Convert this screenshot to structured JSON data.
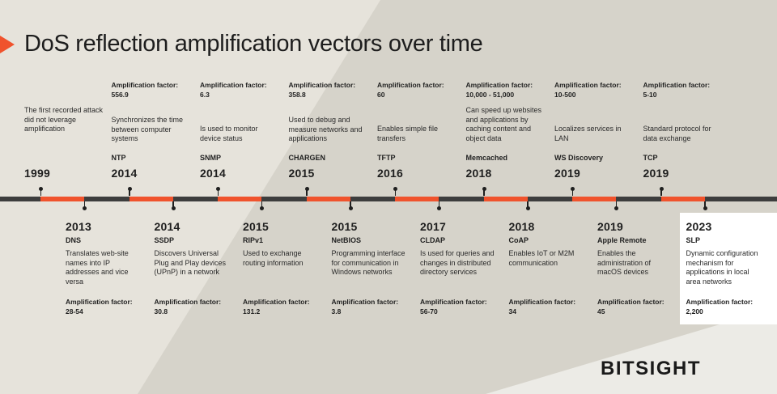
{
  "title": "DoS reflection amplification vectors over time",
  "logo": "BITSIGHT",
  "colors": {
    "accent": "#f0532d",
    "background": "#d6d3ca",
    "track": "#3d3d3d",
    "highlight": "#ffffff"
  },
  "top_items": [
    {
      "amp_label": "",
      "amp_value": "",
      "desc": "The first recorded attack did not leverage amplification",
      "name": "",
      "year": "1999"
    },
    {
      "amp_label": "Amplification factor:",
      "amp_value": "556.9",
      "desc": "Synchronizes the time between computer systems",
      "name": "NTP",
      "year": "2014"
    },
    {
      "amp_label": "Amplification factor:",
      "amp_value": "6.3",
      "desc": "Is used to monitor device status",
      "name": "SNMP",
      "year": "2014"
    },
    {
      "amp_label": "Amplification factor:",
      "amp_value": "358.8",
      "desc": "Used to debug and measure networks and applications",
      "name": "CHARGEN",
      "year": "2015"
    },
    {
      "amp_label": "Amplification factor:",
      "amp_value": "60",
      "desc": "Enables simple file transfers",
      "name": "TFTP",
      "year": "2016"
    },
    {
      "amp_label": "Amplification factor:",
      "amp_value": "10,000 - 51,000",
      "desc": "Can speed up websites and applications by caching content and object data",
      "name": "Memcached",
      "year": "2018"
    },
    {
      "amp_label": "Amplification factor:",
      "amp_value": "10-500",
      "desc": "Localizes services in LAN",
      "name": "WS Discovery",
      "year": "2019"
    },
    {
      "amp_label": "Amplification factor:",
      "amp_value": "5-10",
      "desc": "Standard protocol for data exchange",
      "name": "TCP",
      "year": "2019"
    }
  ],
  "bottom_items": [
    {
      "year": "2013",
      "name": "DNS",
      "desc": "Translates web-site names into IP addresses and vice versa",
      "amp_label": "Amplification factor:",
      "amp_value": "28-54"
    },
    {
      "year": "2014",
      "name": "SSDP",
      "desc": "Discovers Universal Plug and Play devices (UPnP) in a network",
      "amp_label": "Amplification factor:",
      "amp_value": "30.8"
    },
    {
      "year": "2015",
      "name": "RIPv1",
      "desc": "Used to exchange routing information",
      "amp_label": "Amplification factor:",
      "amp_value": "131.2"
    },
    {
      "year": "2015",
      "name": "NetBIOS",
      "desc": "Programming interface for communication in Windows networks",
      "amp_label": "Amplification factor:",
      "amp_value": "3.8"
    },
    {
      "year": "2017",
      "name": "CLDAP",
      "desc": "Is used for queries and changes in distributed directory services",
      "amp_label": "Amplification factor:",
      "amp_value": "56-70"
    },
    {
      "year": "2018",
      "name": "CoAP",
      "desc": "Enables IoT or M2M communication",
      "amp_label": "Amplification factor:",
      "amp_value": "34"
    },
    {
      "year": "2019",
      "name": "Apple Remote",
      "desc": "Enables the administration of macOS devices",
      "amp_label": "Amplification factor:",
      "amp_value": "45"
    },
    {
      "year": "2023",
      "name": "SLP",
      "desc": "Dynamic configuration mechanism for applications in local area networks",
      "amp_label": "Amplification factor:",
      "amp_value": "2,200"
    }
  ]
}
